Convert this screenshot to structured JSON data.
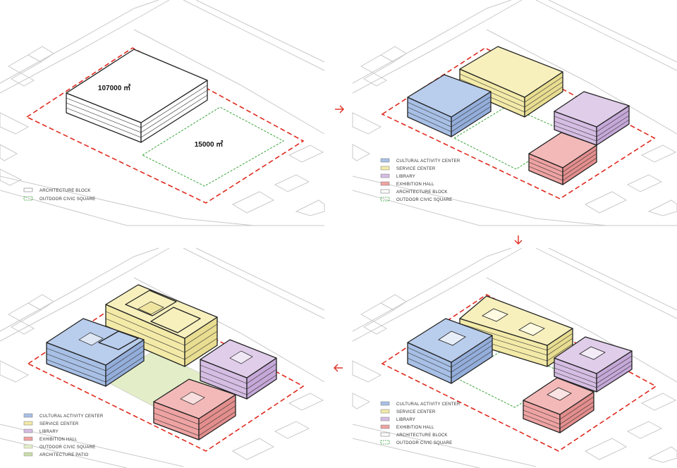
{
  "colors": {
    "cultural": "#a8c0e6",
    "service": "#f3eaa8",
    "library": "#d5bde3",
    "exhibition": "#eea3a2",
    "architecture": "#ffffff",
    "civic_square": "#e3eec8",
    "patio": "#c9dba9",
    "site_boundary": "#e02a1e",
    "square_outline": "#3aa33a"
  },
  "step1": {
    "block_area": "107000 ㎡",
    "square_area": "15000 ㎡",
    "legend": [
      {
        "key": "architecture",
        "label": "ARCHITECTURE BLOCK",
        "swatch": "outline-gray"
      },
      {
        "key": "civic_square",
        "label": "OUTDOOR CIVIC SQUARE",
        "swatch": "outline-green"
      }
    ]
  },
  "step2": {
    "legend": [
      {
        "key": "cultural",
        "label": "CULTURAL ACTIVITY CENTER",
        "swatch": "fill"
      },
      {
        "key": "service",
        "label": "SERVICE CENTER",
        "swatch": "fill"
      },
      {
        "key": "library",
        "label": "LIBRARY",
        "swatch": "fill"
      },
      {
        "key": "exhibition",
        "label": "EXHIBITION HALL",
        "swatch": "fill"
      },
      {
        "key": "architecture",
        "label": "ARCHITECTURE BLOCK",
        "swatch": "outline-gray"
      },
      {
        "key": "civic_square",
        "label": "OUTDOOR CIVIC SQUARE",
        "swatch": "outline-green"
      }
    ]
  },
  "step3": {
    "legend": [
      {
        "key": "cultural",
        "label": "CULTURAL ACTIVITY CENTER",
        "swatch": "fill"
      },
      {
        "key": "service",
        "label": "SERVICE CENTER",
        "swatch": "fill"
      },
      {
        "key": "library",
        "label": "LIBRARY",
        "swatch": "fill"
      },
      {
        "key": "exhibition",
        "label": "EXHIBITION HALL",
        "swatch": "fill"
      },
      {
        "key": "architecture",
        "label": "ARCHITECTURE BLOCK",
        "swatch": "outline-gray"
      },
      {
        "key": "civic_square",
        "label": "OUTDOOR CIVIC SQUARE",
        "swatch": "outline-green"
      }
    ]
  },
  "step4": {
    "legend": [
      {
        "key": "cultural",
        "label": "CULTURAL ACTIVITY CENTER",
        "swatch": "fill"
      },
      {
        "key": "service",
        "label": "SERVICE CENTER",
        "swatch": "fill"
      },
      {
        "key": "library",
        "label": "LIBRARY",
        "swatch": "fill"
      },
      {
        "key": "exhibition",
        "label": "EXHIBITION HALL",
        "swatch": "fill"
      },
      {
        "key": "civic_square",
        "label": "OUTDOOR CIVIC SQUARE",
        "swatch": "fill"
      },
      {
        "key": "patio",
        "label": "ARCHITECTURE PATIO",
        "swatch": "fill"
      }
    ]
  },
  "arrows": [
    "right-arrow-icon",
    "down-arrow-icon",
    "left-arrow-icon"
  ]
}
